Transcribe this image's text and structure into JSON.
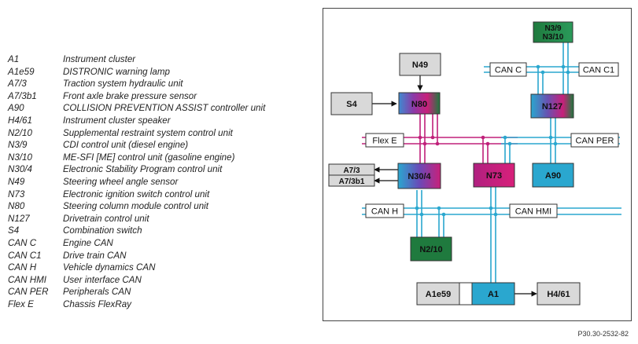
{
  "legend": [
    {
      "code": "A1",
      "desc": "Instrument cluster"
    },
    {
      "code": "A1e59",
      "desc": "DISTRONIC warning lamp"
    },
    {
      "code": "A7/3",
      "desc": "Traction system hydraulic unit"
    },
    {
      "code": "A7/3b1",
      "desc": "Front axle brake pressure sensor"
    },
    {
      "code": "A90",
      "desc": "COLLISION PREVENTION ASSIST controller unit"
    },
    {
      "code": "H4/61",
      "desc": "Instrument cluster speaker"
    },
    {
      "code": "N2/10",
      "desc": "Supplemental restraint system control unit"
    },
    {
      "code": "N3/9",
      "desc": "CDI control unit (diesel engine)"
    },
    {
      "code": "N3/10",
      "desc": "ME-SFI [ME] control unit (gasoline engine)"
    },
    {
      "code": "N30/4",
      "desc": "Electronic Stability Program control unit"
    },
    {
      "code": "N49",
      "desc": "Steering wheel angle sensor"
    },
    {
      "code": "N73",
      "desc": "Electronic ignition switch control unit"
    },
    {
      "code": "N80",
      "desc": "Steering column module control unit"
    },
    {
      "code": "N127",
      "desc": "Drivetrain control unit"
    },
    {
      "code": "S4",
      "desc": "Combination switch"
    },
    {
      "code": "CAN C",
      "desc": "Engine CAN"
    },
    {
      "code": "CAN C1",
      "desc": "Drive train CAN"
    },
    {
      "code": "CAN H",
      "desc": "Vehicle dynamics CAN"
    },
    {
      "code": "CAN HMI",
      "desc": "User interface CAN"
    },
    {
      "code": "CAN PER",
      "desc": "Peripherals CAN"
    },
    {
      "code": "Flex E",
      "desc": "Chassis FlexRay"
    }
  ],
  "diagram": {
    "units": {
      "n39_n310": [
        "N3/9",
        "N3/10"
      ],
      "n49": "N49",
      "s4": "S4",
      "n80": "N80",
      "n127": "N127",
      "a73": "A7/3",
      "a73b1": "A7/3b1",
      "n304": "N30/4",
      "n73": "N73",
      "a90": "A90",
      "n210": "N2/10",
      "a1e59": "A1e59",
      "a1": "A1",
      "h461": "H4/61"
    },
    "bus_labels": {
      "can_c": "CAN C",
      "can_c1": "CAN C1",
      "flex_e": "Flex E",
      "can_per": "CAN PER",
      "can_h": "CAN H",
      "can_hmi": "CAN HMI"
    },
    "colors": {
      "can_bus": "#2aa7cf",
      "flexray": "#c0207a",
      "dark_green": "#1f7a3e",
      "light_gray_box": "#d9d9d9"
    }
  },
  "reference": "P30.30-2532-82"
}
